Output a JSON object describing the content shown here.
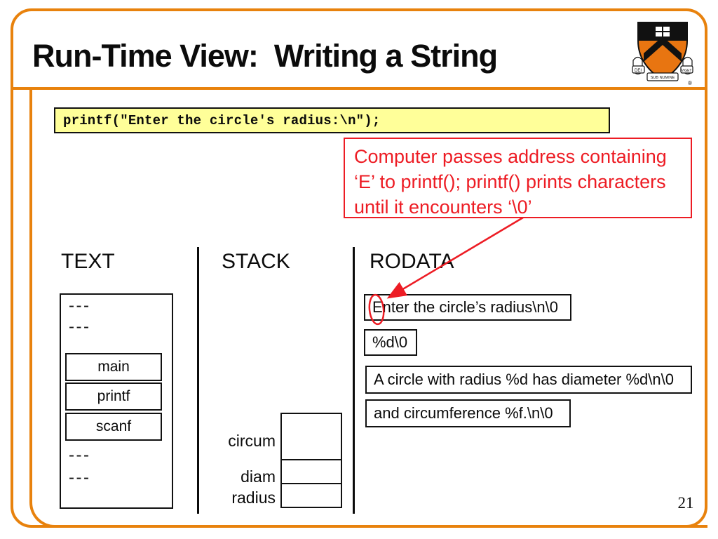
{
  "slide": {
    "title": "Run-Time View:  Writing a String",
    "page_number": "21",
    "code_box": {
      "code": "printf(\"Enter the circle's radius:\\n\");"
    },
    "callout": {
      "line1": "Computer passes address containing",
      "line2": "‘E’ to printf(); printf() prints characters",
      "line3": "until it encounters ‘\\0’"
    },
    "text_column": {
      "heading": "TEXT",
      "dash_top_1": "---",
      "dash_top_2": "---",
      "functions": [
        "main",
        "printf",
        "scanf"
      ],
      "dash_bottom_1": "---",
      "dash_bottom_2": "---"
    },
    "stack_column": {
      "heading": "STACK",
      "labels": [
        "circum",
        "diam",
        "radius"
      ]
    },
    "rodata_column": {
      "heading": "RODATA",
      "strings": [
        "Enter the circle’s radius\\n\\0",
        "%d\\0",
        "A circle with radius %d has diameter %d\\n\\0",
        "and circumference %f.\\n\\0"
      ]
    },
    "logo": {
      "motto_left": "DEI",
      "motto_center": "SUB NUMINE",
      "motto_right": "VIGET",
      "registered": "®"
    },
    "colors": {
      "accent_orange": "#E8820D",
      "code_background": "#FFFF99",
      "callout_red": "#ED1C24"
    }
  }
}
